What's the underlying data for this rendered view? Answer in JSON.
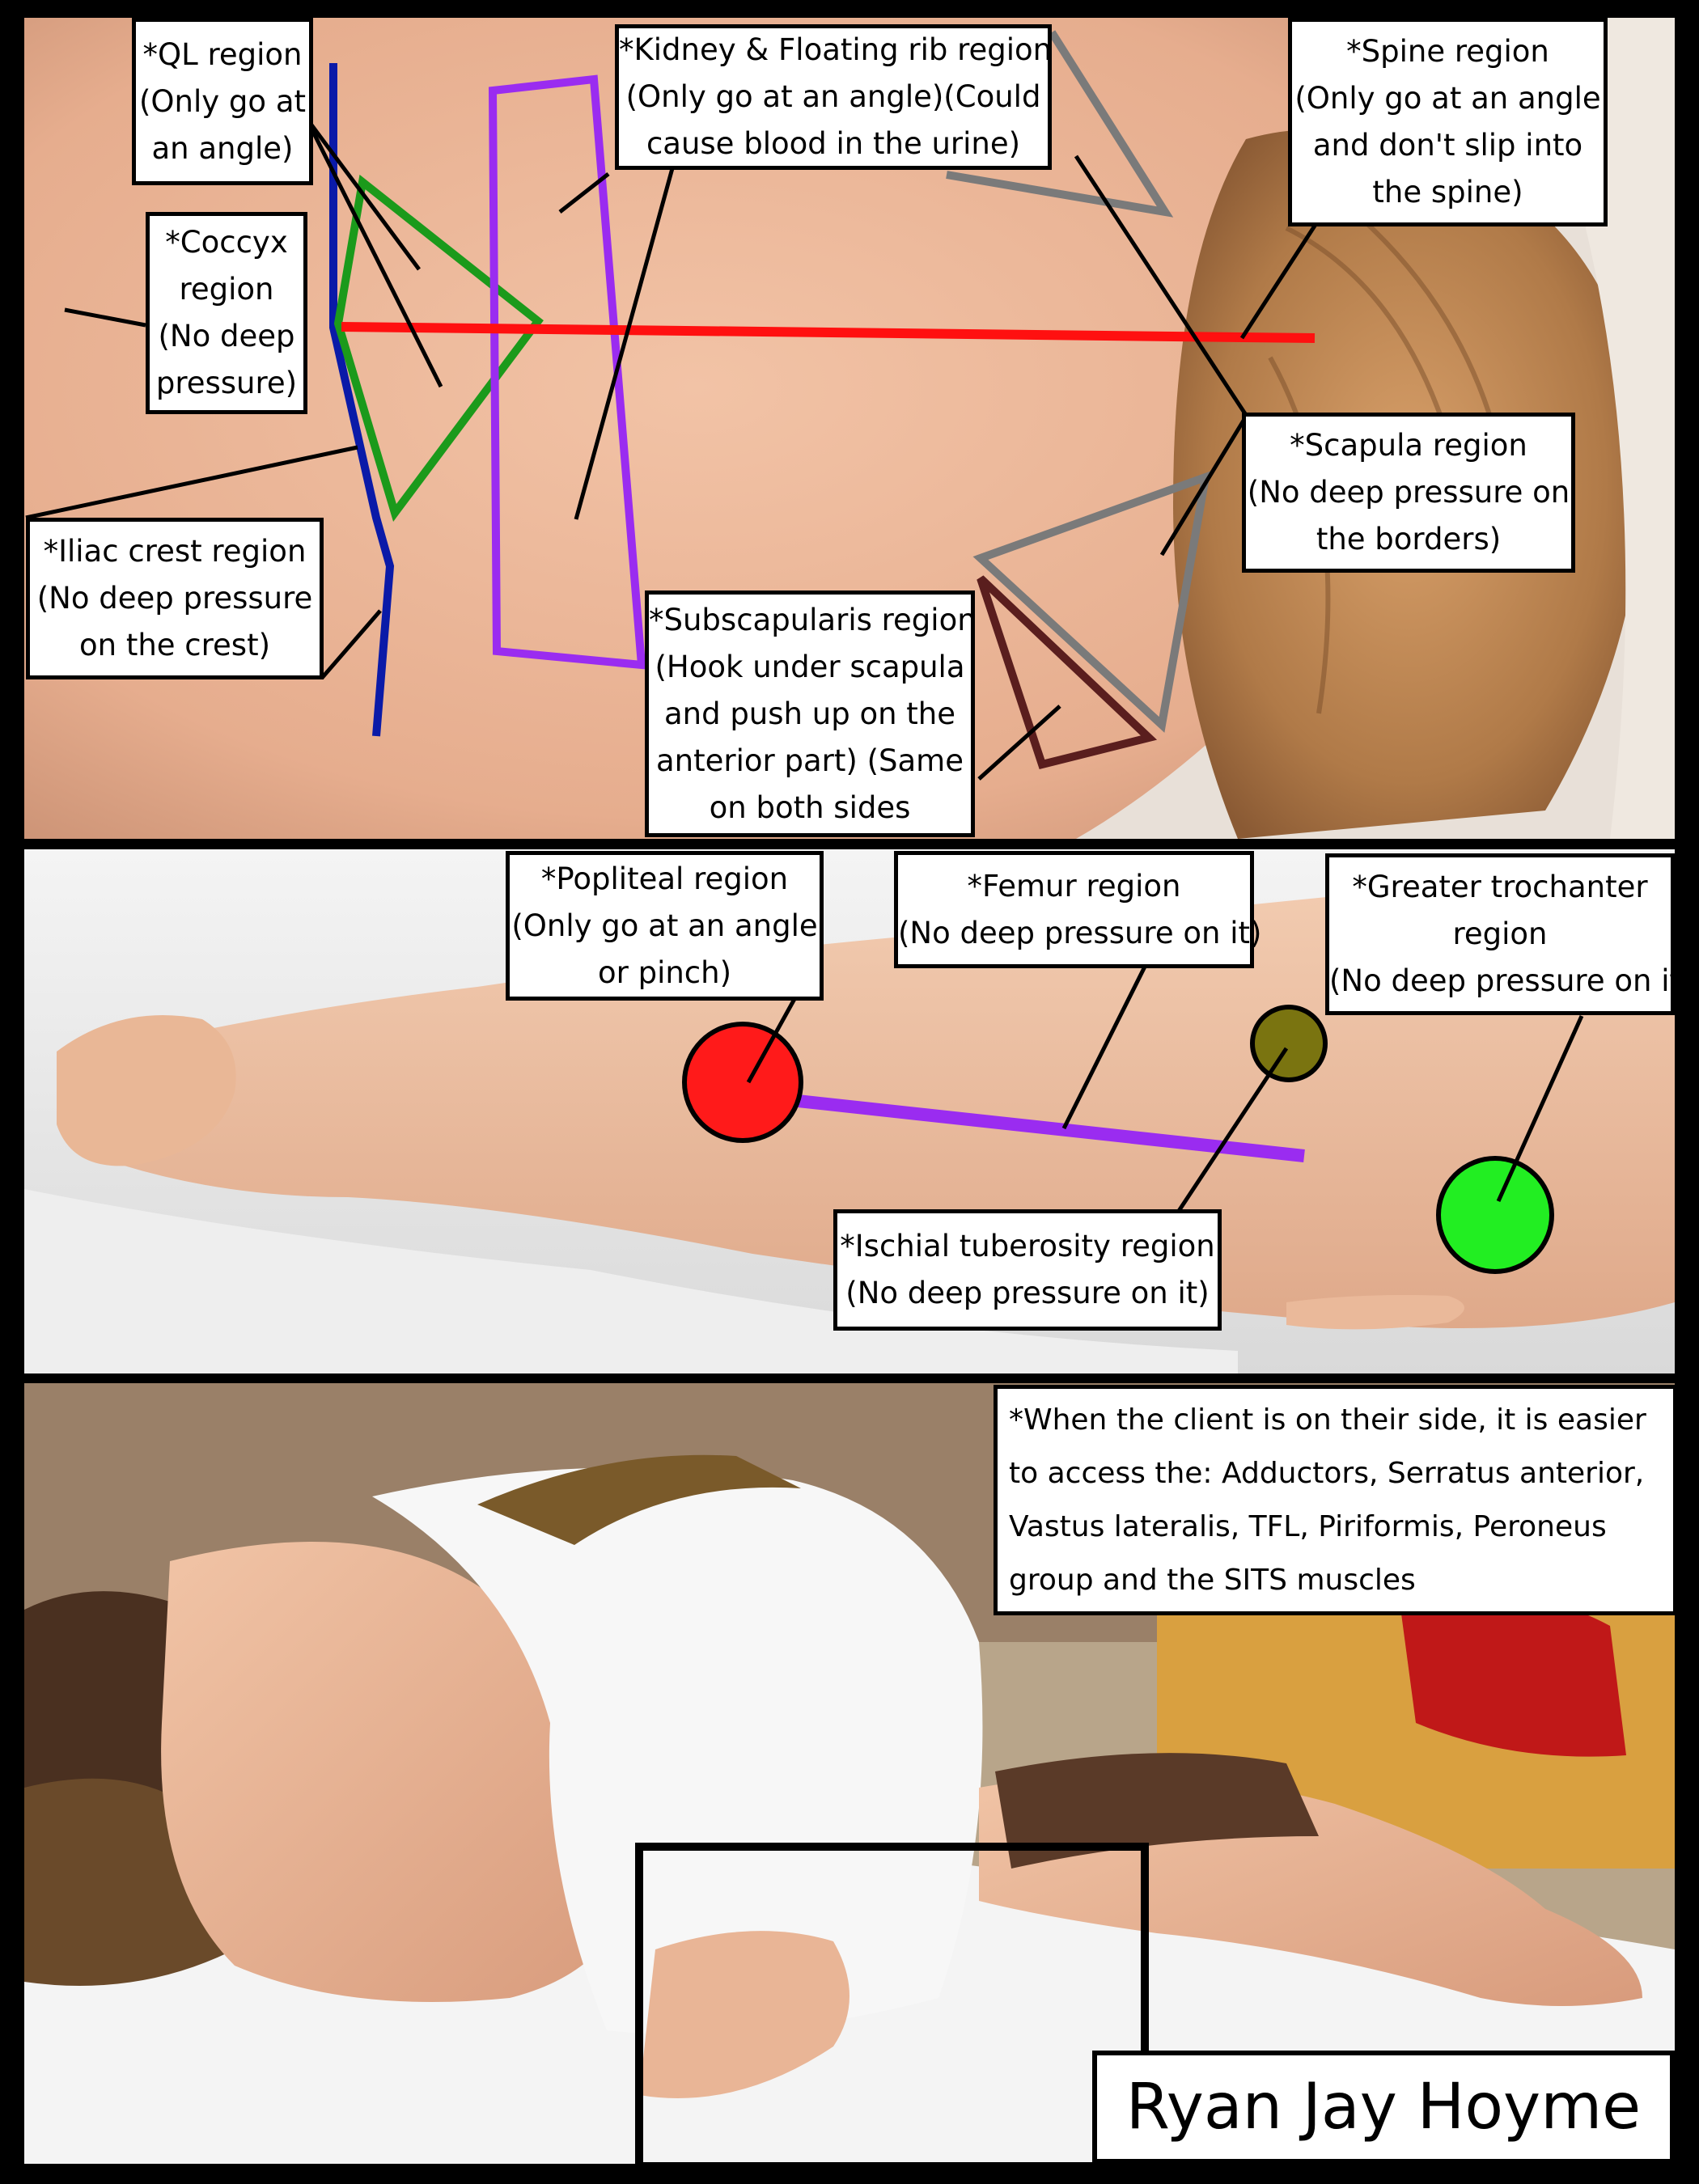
{
  "panels": {
    "back": {
      "labels": [
        {
          "id": "ql",
          "lines": [
            "*QL region",
            "(Only go at",
            "an angle)"
          ]
        },
        {
          "id": "kidney",
          "lines": [
            "*Kidney & Floating rib region",
            "(Only go at an angle)(Could",
            "cause blood in the urine)"
          ]
        },
        {
          "id": "spine",
          "lines": [
            "*Spine region",
            "(Only go at an angle",
            "and don't slip into",
            "the spine)"
          ]
        },
        {
          "id": "coccyx",
          "lines": [
            "*Coccyx",
            "region",
            "(No deep",
            "pressure)"
          ]
        },
        {
          "id": "scapula",
          "lines": [
            "*Scapula region",
            "(No deep pressure on",
            "the borders)"
          ]
        },
        {
          "id": "iliac",
          "lines": [
            "*Iliac crest region",
            "(No deep pressure",
            "on the crest)"
          ]
        },
        {
          "id": "subscap",
          "lines": [
            "*Subscapularis region",
            "(Hook under scapula",
            "and push up on the",
            "anterior part) (Same",
            "on both sides"
          ]
        }
      ]
    },
    "leg": {
      "labels": [
        {
          "id": "popliteal",
          "lines": [
            "*Popliteal region",
            "(Only go at an angle",
            "or pinch)"
          ]
        },
        {
          "id": "femur",
          "lines": [
            "*Femur region",
            "(No deep pressure on it)"
          ]
        },
        {
          "id": "trochanter",
          "lines": [
            "*Greater trochanter",
            "region",
            "(No deep pressure on it)"
          ]
        },
        {
          "id": "ischial",
          "lines": [
            "*Ischial tuberosity region",
            "(No deep pressure on it)"
          ]
        }
      ]
    },
    "side": {
      "note_lines": [
        "*When the client is on their side, it is easier",
        "to access the: Adductors, Serratus anterior,",
        "Vastus lateralis, TFL, Piriformis, Peroneus",
        "group and the SITS muscles"
      ],
      "signature": "Ryan Jay Hoyme"
    }
  },
  "colors": {
    "ql_line": "#0a1aa8",
    "ql_triangle": "#1b9a1b",
    "kidney_rect": "#9a2cf0",
    "spine_line": "#ff1010",
    "scapula": "#7a7a7a",
    "subscapularis": "#5a1e1e",
    "popliteal": "#ff1a1a",
    "femur_line": "#9a2cf0",
    "ischial": "#7a7410",
    "trochanter": "#22ee22"
  }
}
